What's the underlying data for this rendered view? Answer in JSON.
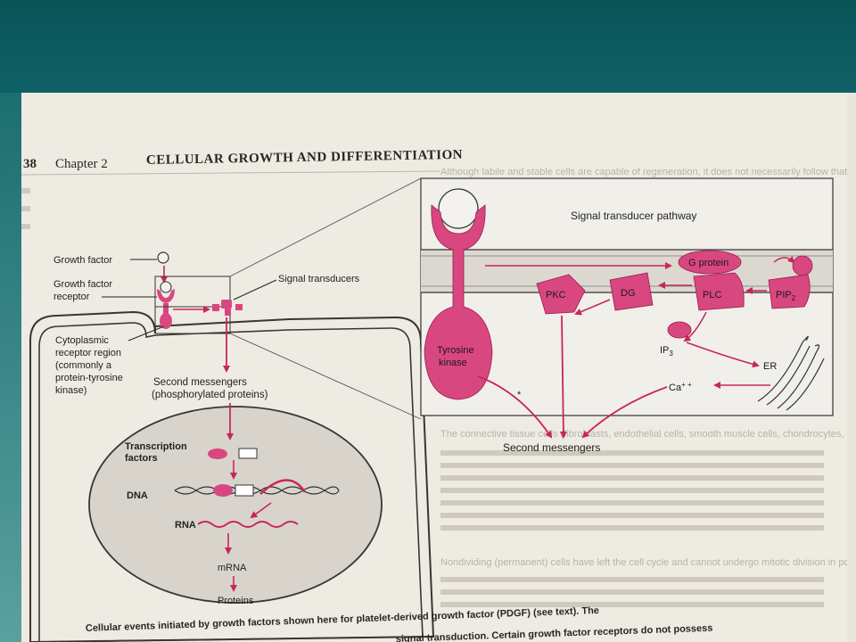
{
  "page": {
    "number": "38",
    "chapter": "Chapter 2",
    "title": "CELLULAR GROWTH AND DIFFERENTIATION"
  },
  "figure": {
    "left": {
      "growth_factor": "Growth factor",
      "receptor_1": "Growth factor",
      "receptor_2": "receptor",
      "signal_transducers": "Signal transducers",
      "cyto_1": "Cytoplasmic",
      "cyto_2": "receptor region",
      "cyto_3": "(commonly a",
      "cyto_4": "protein-tyrosine",
      "cyto_5": "kinase)",
      "second_1": "Second messengers",
      "second_2": "(phosphorylated proteins)",
      "tf_1": "Transcription",
      "tf_2": "factors",
      "dna": "DNA",
      "rna": "RNA",
      "mrna": "mRNA",
      "proteins": "Proteins"
    },
    "inset": {
      "title": "Signal transducer pathway",
      "g_protein": "G protein",
      "pkc": "PKC",
      "dg": "DG",
      "plc": "PLC",
      "pip2": "PIP",
      "pip2_sub": "2",
      "ip3": "IP",
      "ip3_sub": "3",
      "er": "ER",
      "ca": "Ca",
      "ca_sup": "+ +",
      "tyr_1": "Tyrosine",
      "tyr_2": "kinase",
      "star": "*",
      "second": "Second messengers"
    }
  },
  "body_text": {
    "p1": "Although labile and stable cells are capable of regeneration, it does not necessarily follow that there will be restitution of the normal structure, underlying tissue",
    "p2": "The connective tissue cells (fibroblasts, endothelial cells, smooth muscle cells, chondrocytes, and osteocytes) are quiescent in adult mammals. However, all proliferate in response to injury, and fibroblasts in particular proliferate widely, constituting the connective tissue response to inflammation (see Section on wound healing, Chapter 3).",
    "p3": "Nondividing (permanent) cells have left the cell cycle and cannot undergo mitotic division in postnatal life. To this group belong the nerve cells and the skeletal and cardiac muscle cells. Neurons"
  },
  "caption": {
    "line1": "Cellular events initiated by growth factors shown here for platelet-derived growth factor (PDGF) (see text). The",
    "line2": "signal transduction. Certain growth factor receptors do not possess"
  }
}
